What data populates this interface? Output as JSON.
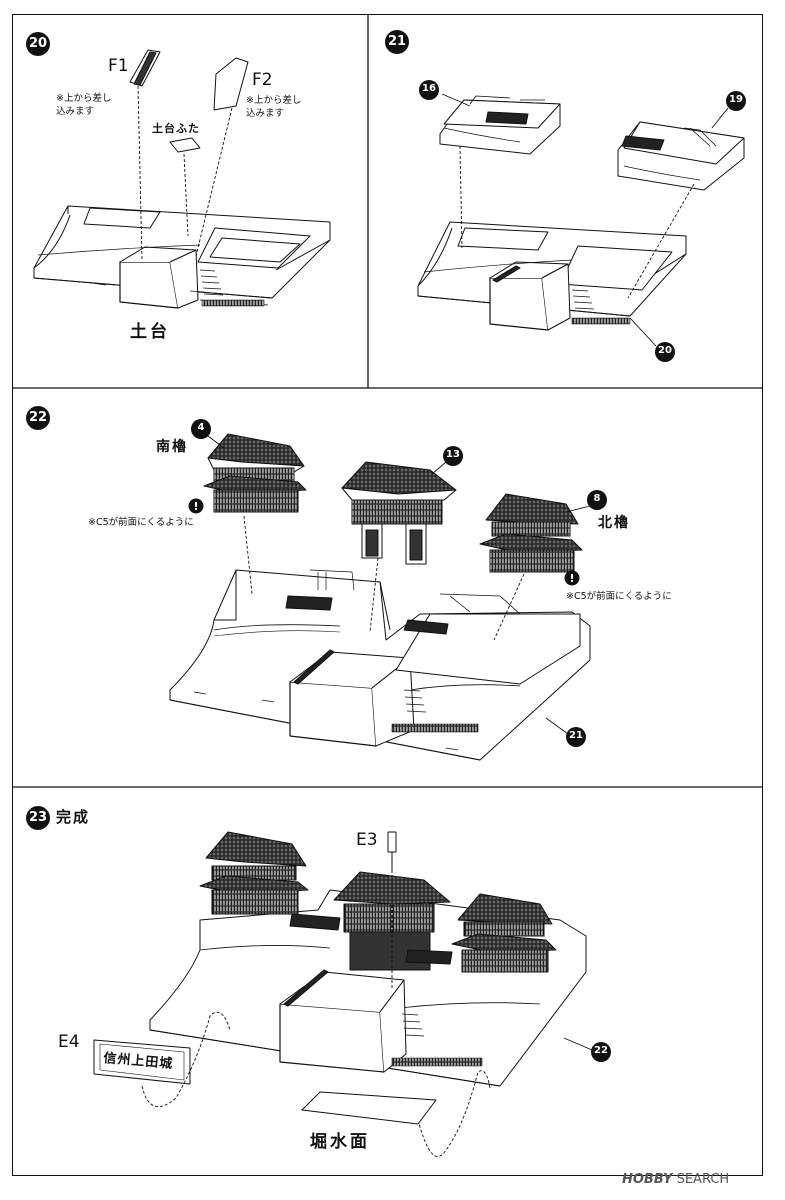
{
  "steps": [
    {
      "num": "20",
      "parts": {
        "f1": "F1",
        "f2": "F2"
      },
      "notes": {
        "insert_a": "※上から差し\n込みます",
        "insert_b": "※上から差し\n込みます",
        "lid": "土台ふた"
      },
      "caption": "土台"
    },
    {
      "num": "21",
      "refs": {
        "a": "16",
        "b": "19",
        "base": "20"
      }
    },
    {
      "num": "22",
      "refs": {
        "south": "4",
        "center": "13",
        "north": "8",
        "base": "21"
      },
      "labels": {
        "south": "南櫓",
        "north": "北櫓"
      },
      "notes": {
        "c5_a": "※C5が前面にくるように",
        "c5_b": "※C5が前面にくるように"
      }
    },
    {
      "num": "23",
      "title": "完成",
      "parts": {
        "e3": "E3",
        "e4": "E4"
      },
      "refs": {
        "base": "22"
      },
      "plaque_text": "信州上田城",
      "caption": "堀水面"
    }
  ],
  "watermark": {
    "brand": "HOBBY",
    "suffix": "SEARCH"
  }
}
